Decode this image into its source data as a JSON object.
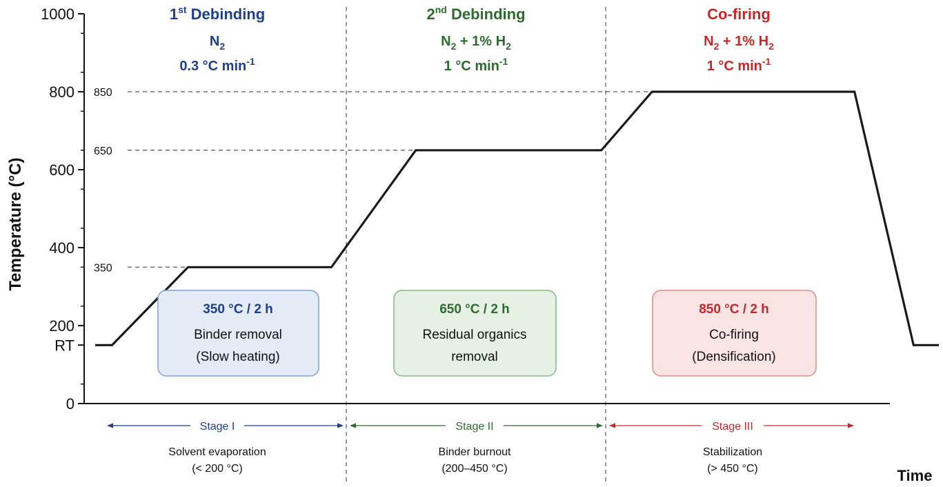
{
  "chart_data": {
    "type": "line",
    "title": "",
    "xlabel": "Time",
    "ylabel": "Temperature (°C)",
    "ylim": [
      0,
      1000
    ],
    "yticks": [
      "0",
      "200",
      "400",
      "600",
      "800",
      "1000"
    ],
    "ytick_values": [
      0,
      200,
      400,
      600,
      800,
      1000
    ],
    "rt_label": "RT",
    "rt_value": 150,
    "reference_lines": [
      {
        "label": "350",
        "value": 350
      },
      {
        "label": "650",
        "value": 650
      },
      {
        "label": "850",
        "value": 850
      }
    ],
    "grid": false,
    "series": [
      {
        "name": "",
        "color": "#1a1a1a",
        "points": [
          {
            "t": 0.0,
            "y": 150
          },
          {
            "t": 0.02,
            "y": 150
          },
          {
            "t": 0.11,
            "y": 350
          },
          {
            "t": 0.28,
            "y": 350
          },
          {
            "t": 0.38,
            "y": 650
          },
          {
            "t": 0.6,
            "y": 650
          },
          {
            "t": 0.66,
            "y": 800
          },
          {
            "t": 0.9,
            "y": 800
          },
          {
            "t": 0.97,
            "y": 150
          },
          {
            "t": 1.0,
            "y": 150
          }
        ]
      }
    ],
    "phases": [
      {
        "name": "Debinding",
        "superscript": "st",
        "number": "1",
        "atmosphere": {
          "main": "N",
          "sub": "2",
          "rest": ""
        },
        "rate": {
          "main": "0.3 °C min",
          "sup": "-1"
        },
        "color": "#1f3f8a",
        "box": {
          "head": "350 °C / 2 h",
          "line1": "Binder removal",
          "line2": "(Slow heating)",
          "fill": "#e3ebf7",
          "stroke": "#7fa0cf"
        },
        "stage": {
          "label": "Stage I",
          "desc1": "Solvent evaporation",
          "desc2": "(< 200 °C)"
        }
      },
      {
        "name": "Debinding",
        "superscript": "nd",
        "number": "2",
        "atmosphere": {
          "main": "N",
          "sub": "2",
          "rest": " + 1% H",
          "sub2": "2"
        },
        "rate": {
          "main": "1 °C min",
          "sup": "-1"
        },
        "color": "#2e6b2f",
        "box": {
          "head": "650 °C / 2 h",
          "line1": "Residual organics",
          "line2": "removal",
          "fill": "#e5f1e3",
          "stroke": "#86b883"
        },
        "stage": {
          "label": "Stage II",
          "desc1": "Binder burnout",
          "desc2": "(200–450 °C)"
        }
      },
      {
        "name": "Co-firing",
        "superscript": "",
        "number": "",
        "atmosphere": {
          "main": "N",
          "sub": "2",
          "rest": " + 1% H",
          "sub2": "2"
        },
        "rate": {
          "main": "1 °C min",
          "sup": "-1"
        },
        "color": "#c62828",
        "box": {
          "head": "850 °C / 2 h",
          "line1": "Co-firing",
          "line2": "(Densification)",
          "fill": "#fbe4e4",
          "stroke": "#e08a8a"
        },
        "stage": {
          "label": "Stage III",
          "desc1": "Stabilization",
          "desc2": "(> 450 °C)"
        }
      }
    ]
  }
}
